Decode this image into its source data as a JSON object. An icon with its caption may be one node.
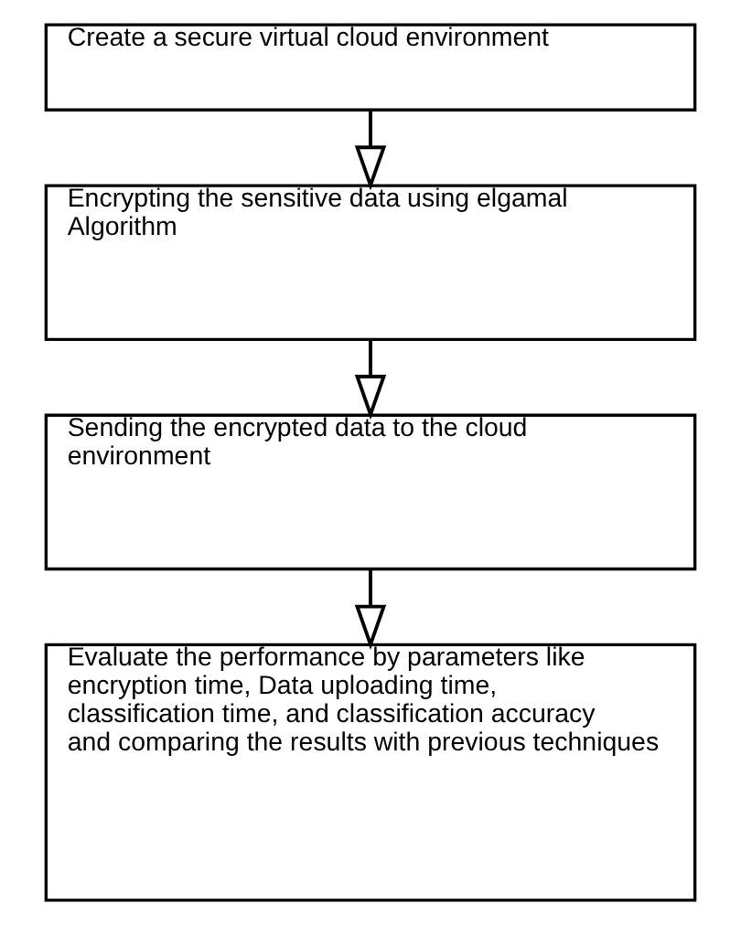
{
  "diagram": {
    "nodes": [
      {
        "text": [
          "Create a secure virtual cloud environment"
        ]
      },
      {
        "text": [
          "Encrypting the sensitive data using elgamal Algorithm"
        ]
      },
      {
        "text": [
          "Sending the encrypted data to the cloud environment"
        ]
      },
      {
        "text": [
          "Evaluate the performance by parameters like encryption time, Data uploading time, classification time, and classification accuracy and comparing the results with previous techniques"
        ]
      }
    ],
    "edges": [
      {
        "from": 0,
        "to": 1,
        "arrow": "to"
      },
      {
        "from": 1,
        "to": 2,
        "arrow": "to"
      },
      {
        "from": 2,
        "to": 3,
        "arrow": "to"
      }
    ]
  }
}
